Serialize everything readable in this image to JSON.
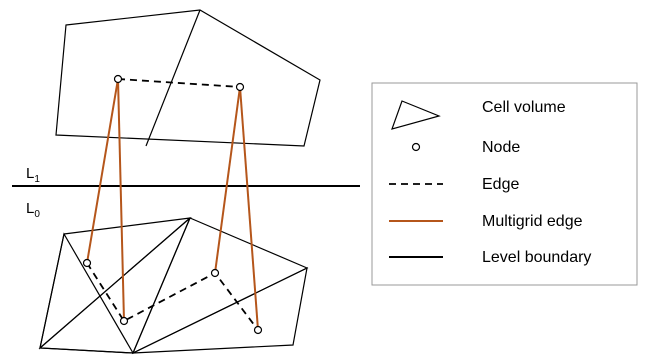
{
  "levels": {
    "upper": {
      "base": "L",
      "sub": "1"
    },
    "lower": {
      "base": "L",
      "sub": "0"
    }
  },
  "legend": {
    "items": [
      {
        "key": "cell-volume",
        "label": "Cell volume"
      },
      {
        "key": "node",
        "label": "Node"
      },
      {
        "key": "edge",
        "label": "Edge"
      },
      {
        "key": "multigrid-edge",
        "label": "Multigrid edge"
      },
      {
        "key": "level-boundary",
        "label": "Level boundary"
      }
    ]
  },
  "colors": {
    "multigrid_edge": "#b5561b",
    "stroke": "#000000",
    "legend_border": "#999999"
  }
}
